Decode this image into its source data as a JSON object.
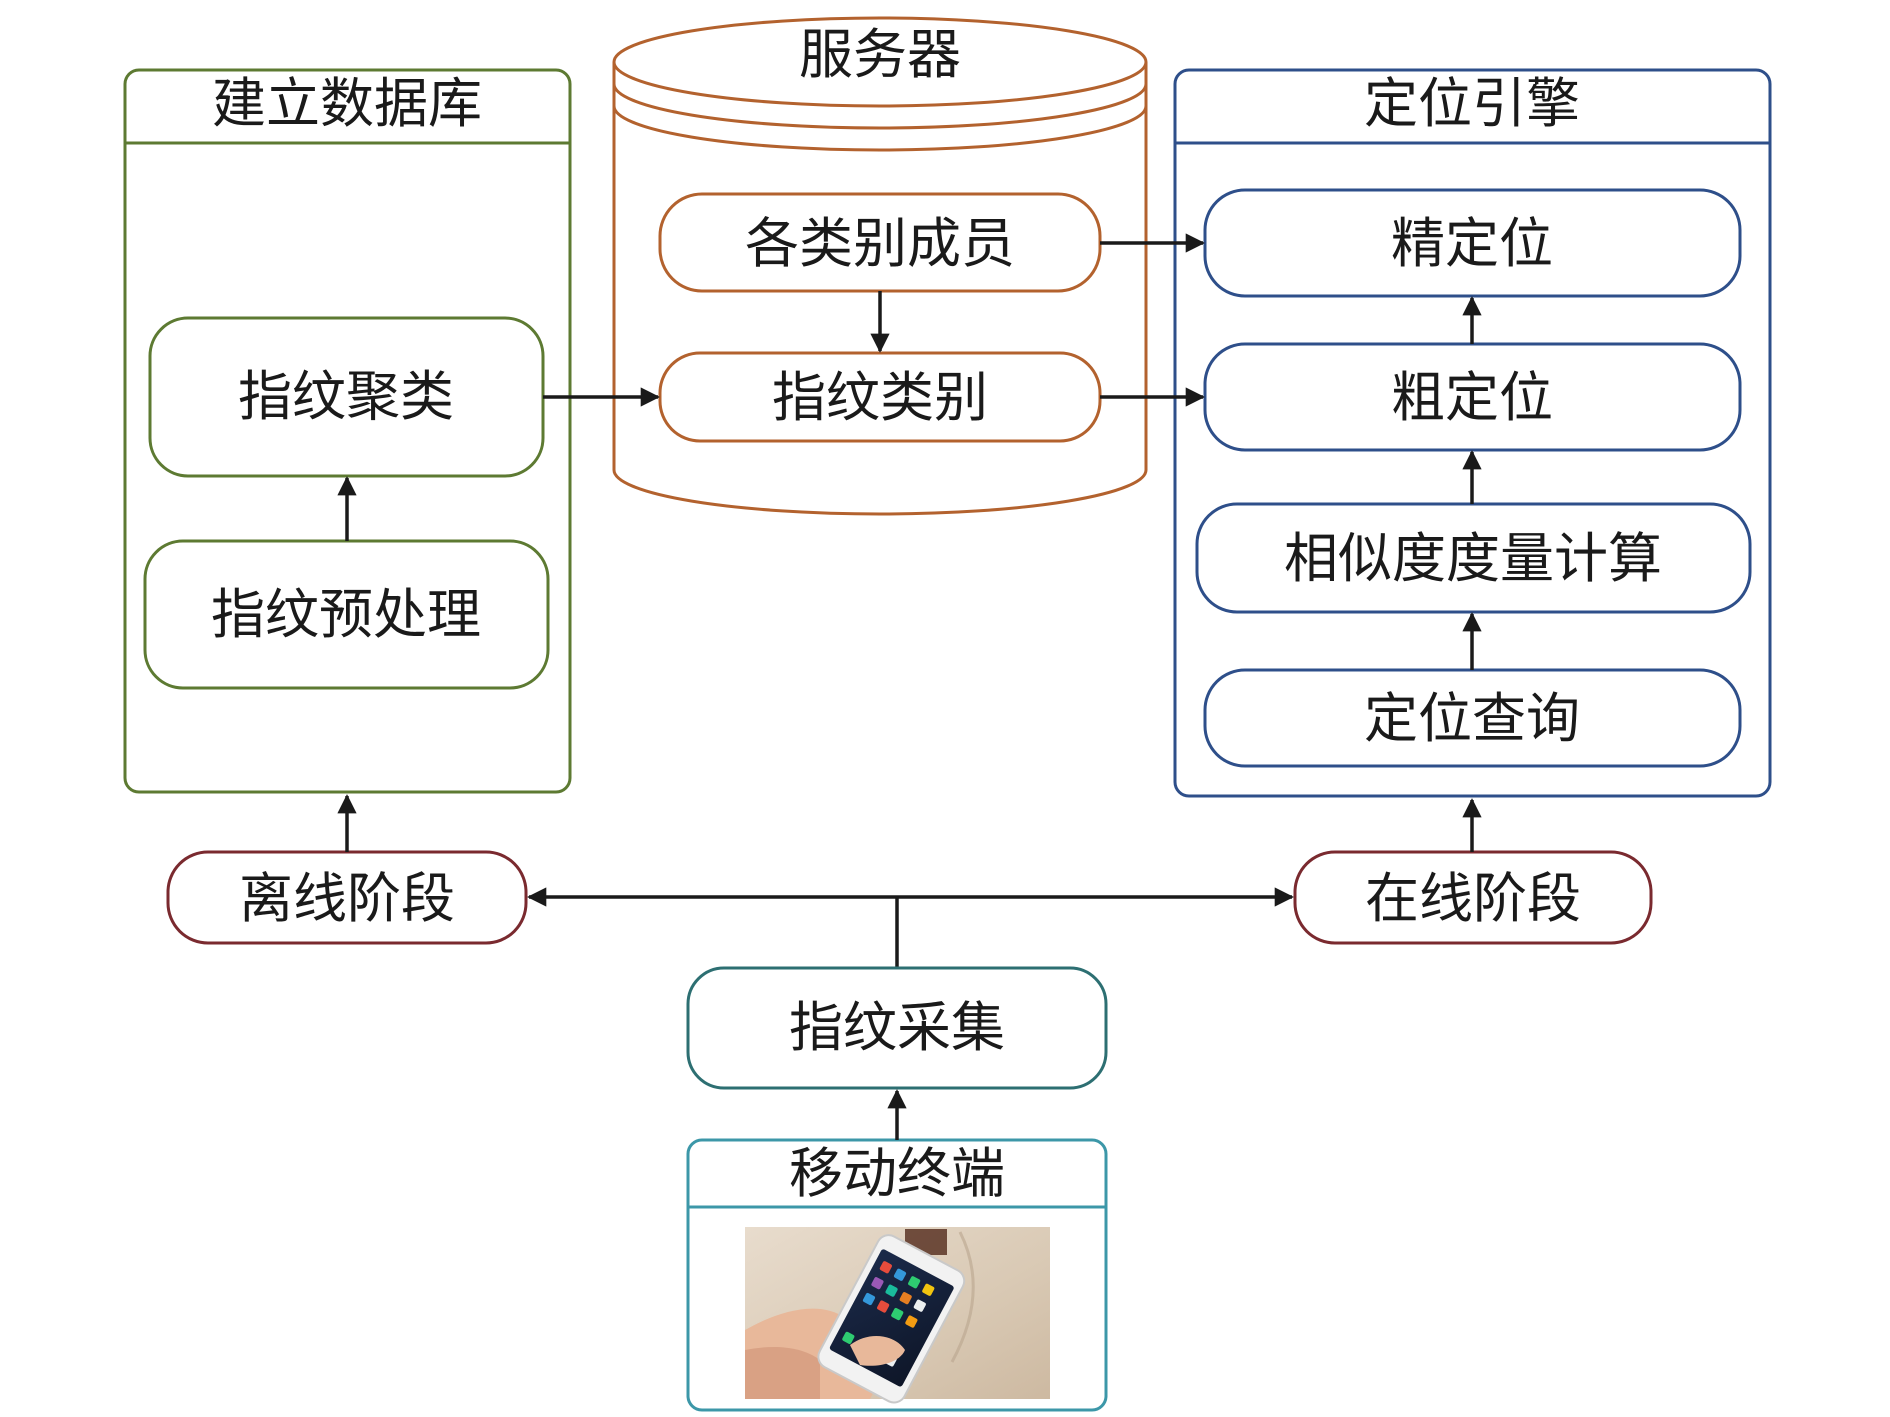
{
  "colors": {
    "green": "#5d7a32",
    "brown": "#b3622e",
    "blue": "#2e4f8a",
    "maroon": "#7a2a2f",
    "teal": "#2d6f72",
    "cyan": "#3c97a8",
    "arrow": "#1a1a1a",
    "text": "#1a1a1a"
  },
  "panels": {
    "database": {
      "title": "建立数据库",
      "nodes": {
        "clustering": "指纹聚类",
        "preprocessing": "指纹预处理"
      }
    },
    "server": {
      "title": "服务器",
      "nodes": {
        "members": "各类别成员",
        "category": "指纹类别"
      }
    },
    "engine": {
      "title": "定位引擎",
      "nodes": {
        "fine": "精定位",
        "coarse": "粗定位",
        "similarity": "相似度度量计算",
        "query": "定位查询"
      }
    },
    "terminal": {
      "title": "移动终端",
      "photo_icon": "smartphone-photo"
    }
  },
  "stages": {
    "offline": "离线阶段",
    "online": "在线阶段",
    "collection": "指纹采集"
  }
}
